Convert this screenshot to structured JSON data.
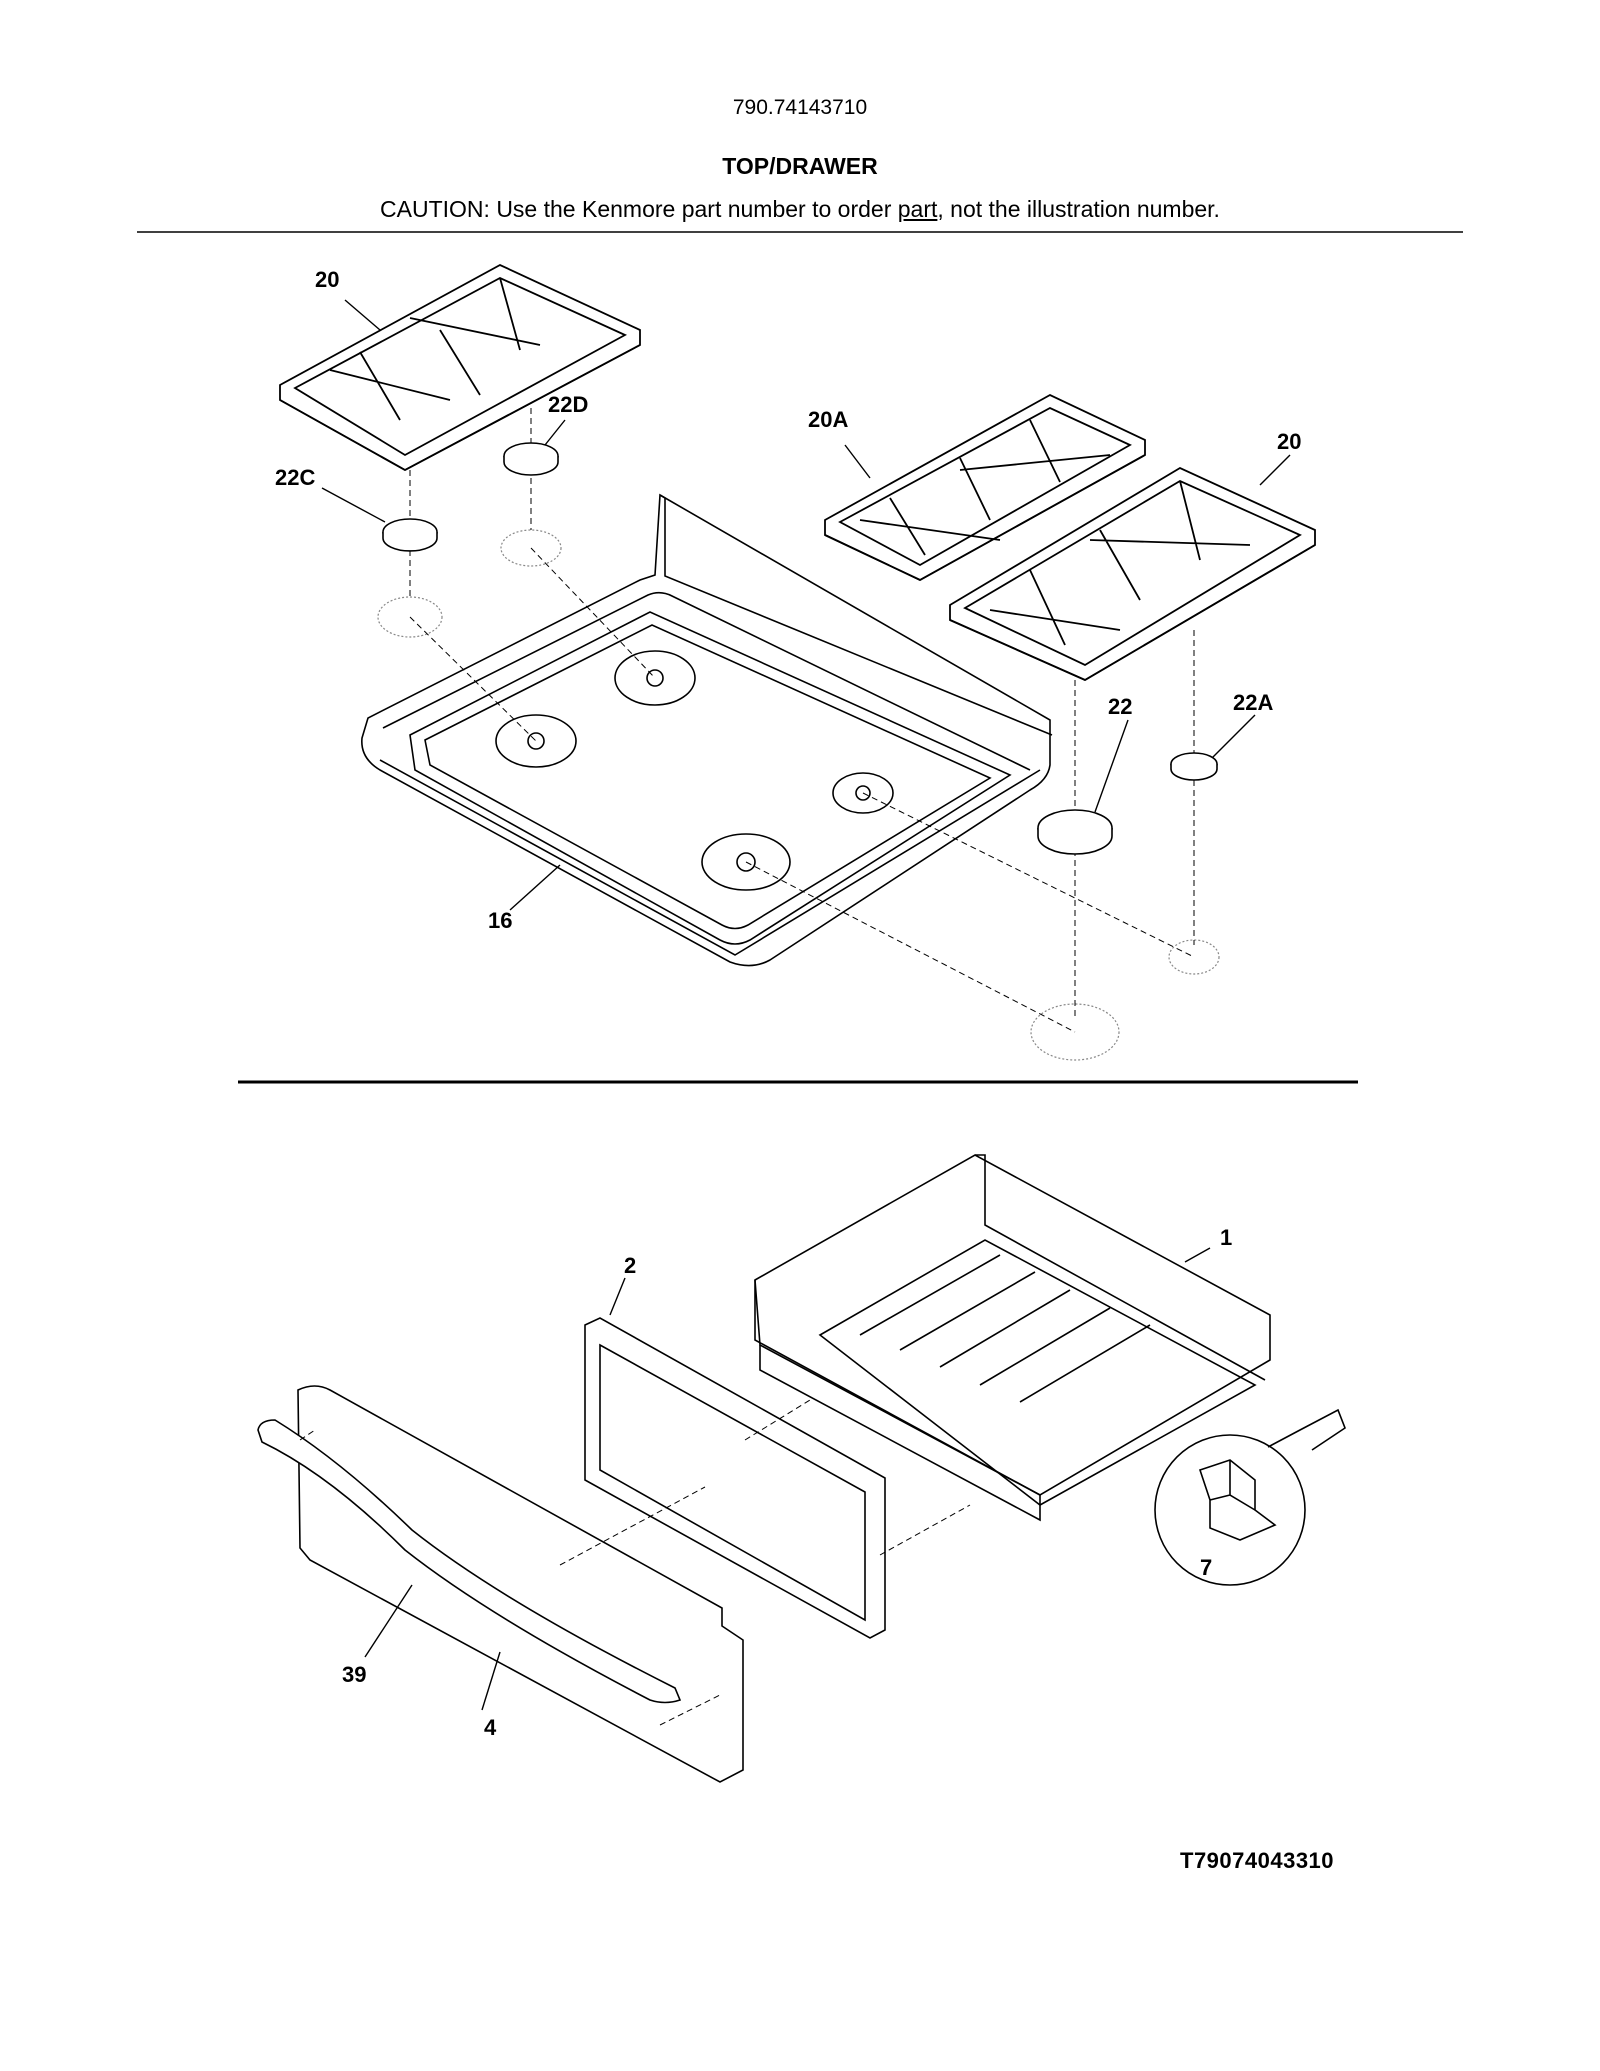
{
  "header": {
    "model_number": "790.74143710",
    "section_title": "TOP/DRAWER",
    "caution_prefix": "CAUTION: Use the Kenmore part number to order ",
    "caution_link": "part",
    "caution_suffix": ", not the illustration number."
  },
  "callouts": {
    "grate_left": "20",
    "grate_right": "20",
    "grate_middle": "20A",
    "cap_22d": "22D",
    "cap_22c": "22C",
    "cap_22": "22",
    "cap_22a": "22A",
    "cooktop": "16",
    "drawer_body": "1",
    "drawer_liner": "2",
    "drawer_rail": "7",
    "handle": "39",
    "drawer_front": "4"
  },
  "footer": {
    "diagram_ref": "T79074043310"
  },
  "colors": {
    "line": "#000000",
    "light_line": "#555555",
    "background": "#ffffff"
  }
}
